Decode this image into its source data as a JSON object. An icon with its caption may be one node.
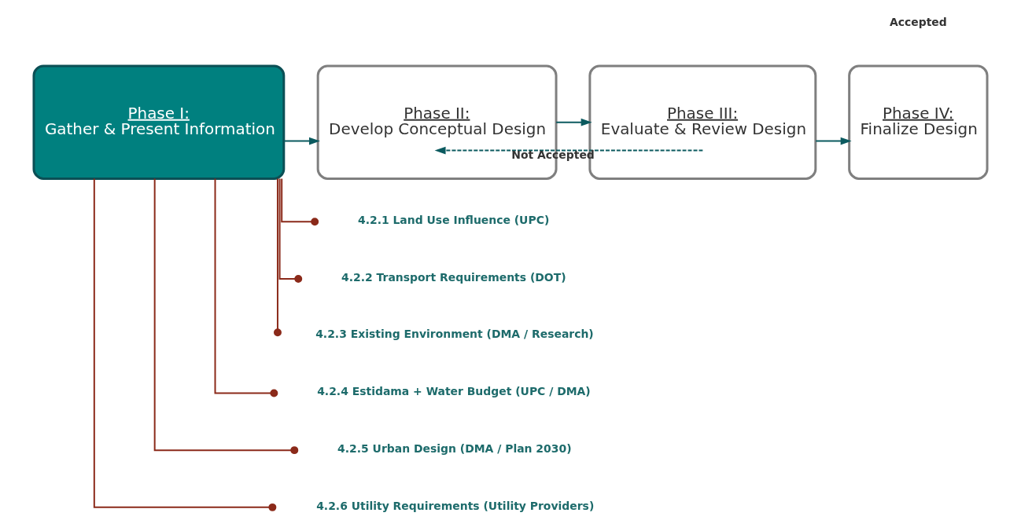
{
  "diagram": {
    "nodes": [
      {
        "text": [
          "Phase I:",
          "Gather & Present Information"
        ]
      },
      {
        "text": [
          "Phase II:",
          "Develop Conceptual Design"
        ]
      },
      {
        "text": [
          "Phase III:",
          "Evaluate & Review Design"
        ]
      },
      {
        "text": [
          "Phase IV:",
          "Finalize Design"
        ]
      },
      {
        "text": [
          "4.2.1 Land Use Influence (UPC)"
        ]
      },
      {
        "text": [
          "4.2.2 Transport Requirements (DOT)"
        ]
      },
      {
        "text": [
          "4.2.3 Existing Environment (DMA / Research)"
        ]
      },
      {
        "text": [
          "4.2.4 Estidama + Water Budget (UPC / DMA)"
        ]
      },
      {
        "text": [
          "4.2.5 Urban Design (DMA / Plan 2030)"
        ]
      },
      {
        "text": [
          "4.2.6 Utility Requirements (Utility Providers)"
        ]
      }
    ],
    "edges": [
      {
        "from": 0,
        "to": 1,
        "arrow": "to",
        "color": "#0b5a5f"
      },
      {
        "from": 1,
        "to": 2,
        "arrow": "to",
        "color": "#0b5a5f"
      },
      {
        "from": 2,
        "to": 3,
        "arrow": "to",
        "color": "#0b5a5f"
      },
      {
        "from": 2,
        "to": 1,
        "arrow": "to",
        "style": "dashed",
        "label": "Not Accepted",
        "color": "#0b5a5f"
      },
      {
        "from": 0,
        "to": 4,
        "arrow": "other"
      },
      {
        "from": 0,
        "to": 5,
        "arrow": "other"
      },
      {
        "from": 0,
        "to": 6,
        "arrow": "other"
      },
      {
        "from": 0,
        "to": 7,
        "arrow": "other"
      },
      {
        "from": 0,
        "to": 8,
        "arrow": "other"
      },
      {
        "from": 0,
        "to": 9,
        "arrow": "other"
      }
    ],
    "labels": [
      "Accepted"
    ]
  }
}
